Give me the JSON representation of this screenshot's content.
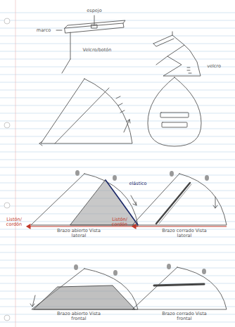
{
  "diagram": {
    "labels": [
      "espejo",
      "marco",
      "Velcro/botón",
      "velcro",
      "elástico",
      "Listón/ cordón",
      "Brazo abierto Vista lateral",
      "Listón/ cordón",
      "Brazo cerrado Vista lateral",
      "Brazo abierto Vista frontal",
      "Brazo cerrado Vista frontal"
    ]
  }
}
